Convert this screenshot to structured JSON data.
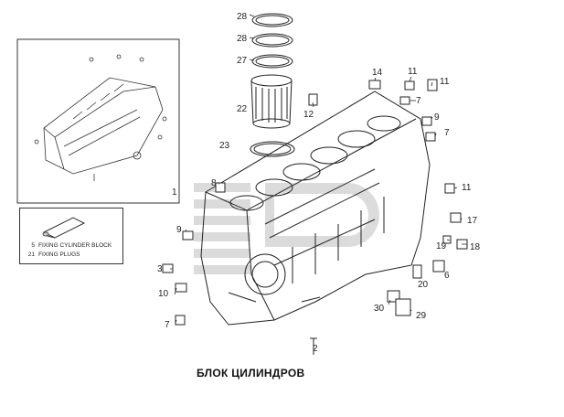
{
  "title": "БЛОК ЦИЛИНДРОВ",
  "inset": {
    "index": "1"
  },
  "legend": [
    {
      "num": "5",
      "text": "FIXING CYLINDER BLOCK"
    },
    {
      "num": "21",
      "text": "FIXING PLUGS"
    }
  ],
  "callouts": [
    "28",
    "28",
    "27",
    "22",
    "23",
    "12",
    "14",
    "11",
    "11",
    "7",
    "9",
    "7",
    "8",
    "9",
    "11",
    "17",
    "19",
    "18",
    "6",
    "20",
    "3",
    "10",
    "7",
    "30",
    "29",
    "2"
  ],
  "colors": {
    "line": "#222222",
    "watermark": "#c9c9c9"
  }
}
